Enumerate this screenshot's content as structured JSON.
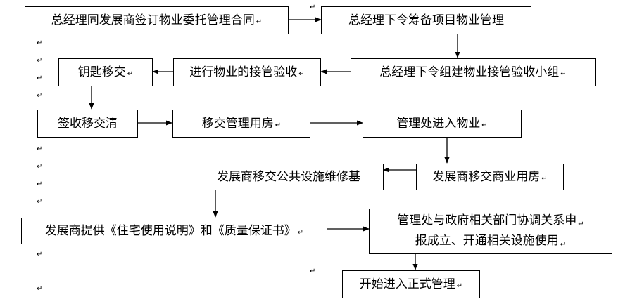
{
  "paragraph_mark": "↵",
  "steps": {
    "sign_contract": "总经理同发展商签订物业委托管理合同",
    "prepare_project": "总经理下令筹备项目物业管理",
    "form_team": "总经理下令组建物业接管验收小组",
    "takeover_inspection": "进行物业的接管验收",
    "key_handover": "钥匙移交",
    "sign_handover": "签收移交清",
    "handover_rooms": "移交管理用房",
    "enter_property": "管理处进入物业",
    "commercial_rooms": "发展商移交商业用房",
    "maintenance_fund": "发展商移交公共设施维修基",
    "provide_manuals": "发展商提供《住宅使用说明》和《质量保证书》",
    "coordinate_line1": "管理处与政府相关部门协调关系申",
    "coordinate_line2": "报成立、开通相关设施使用",
    "formal_management": "开始进入正式管理"
  }
}
